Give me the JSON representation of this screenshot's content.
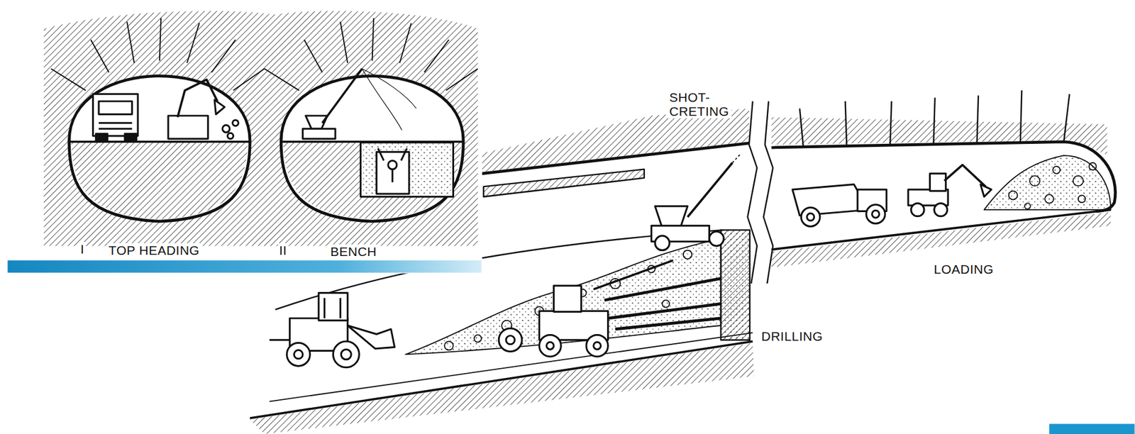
{
  "diagram": {
    "labels": [
      "I",
      "TOP HEADING",
      "II",
      "BENCH",
      "SHOT- CRETING",
      "DRILLING",
      "LOADING"
    ]
  }
}
